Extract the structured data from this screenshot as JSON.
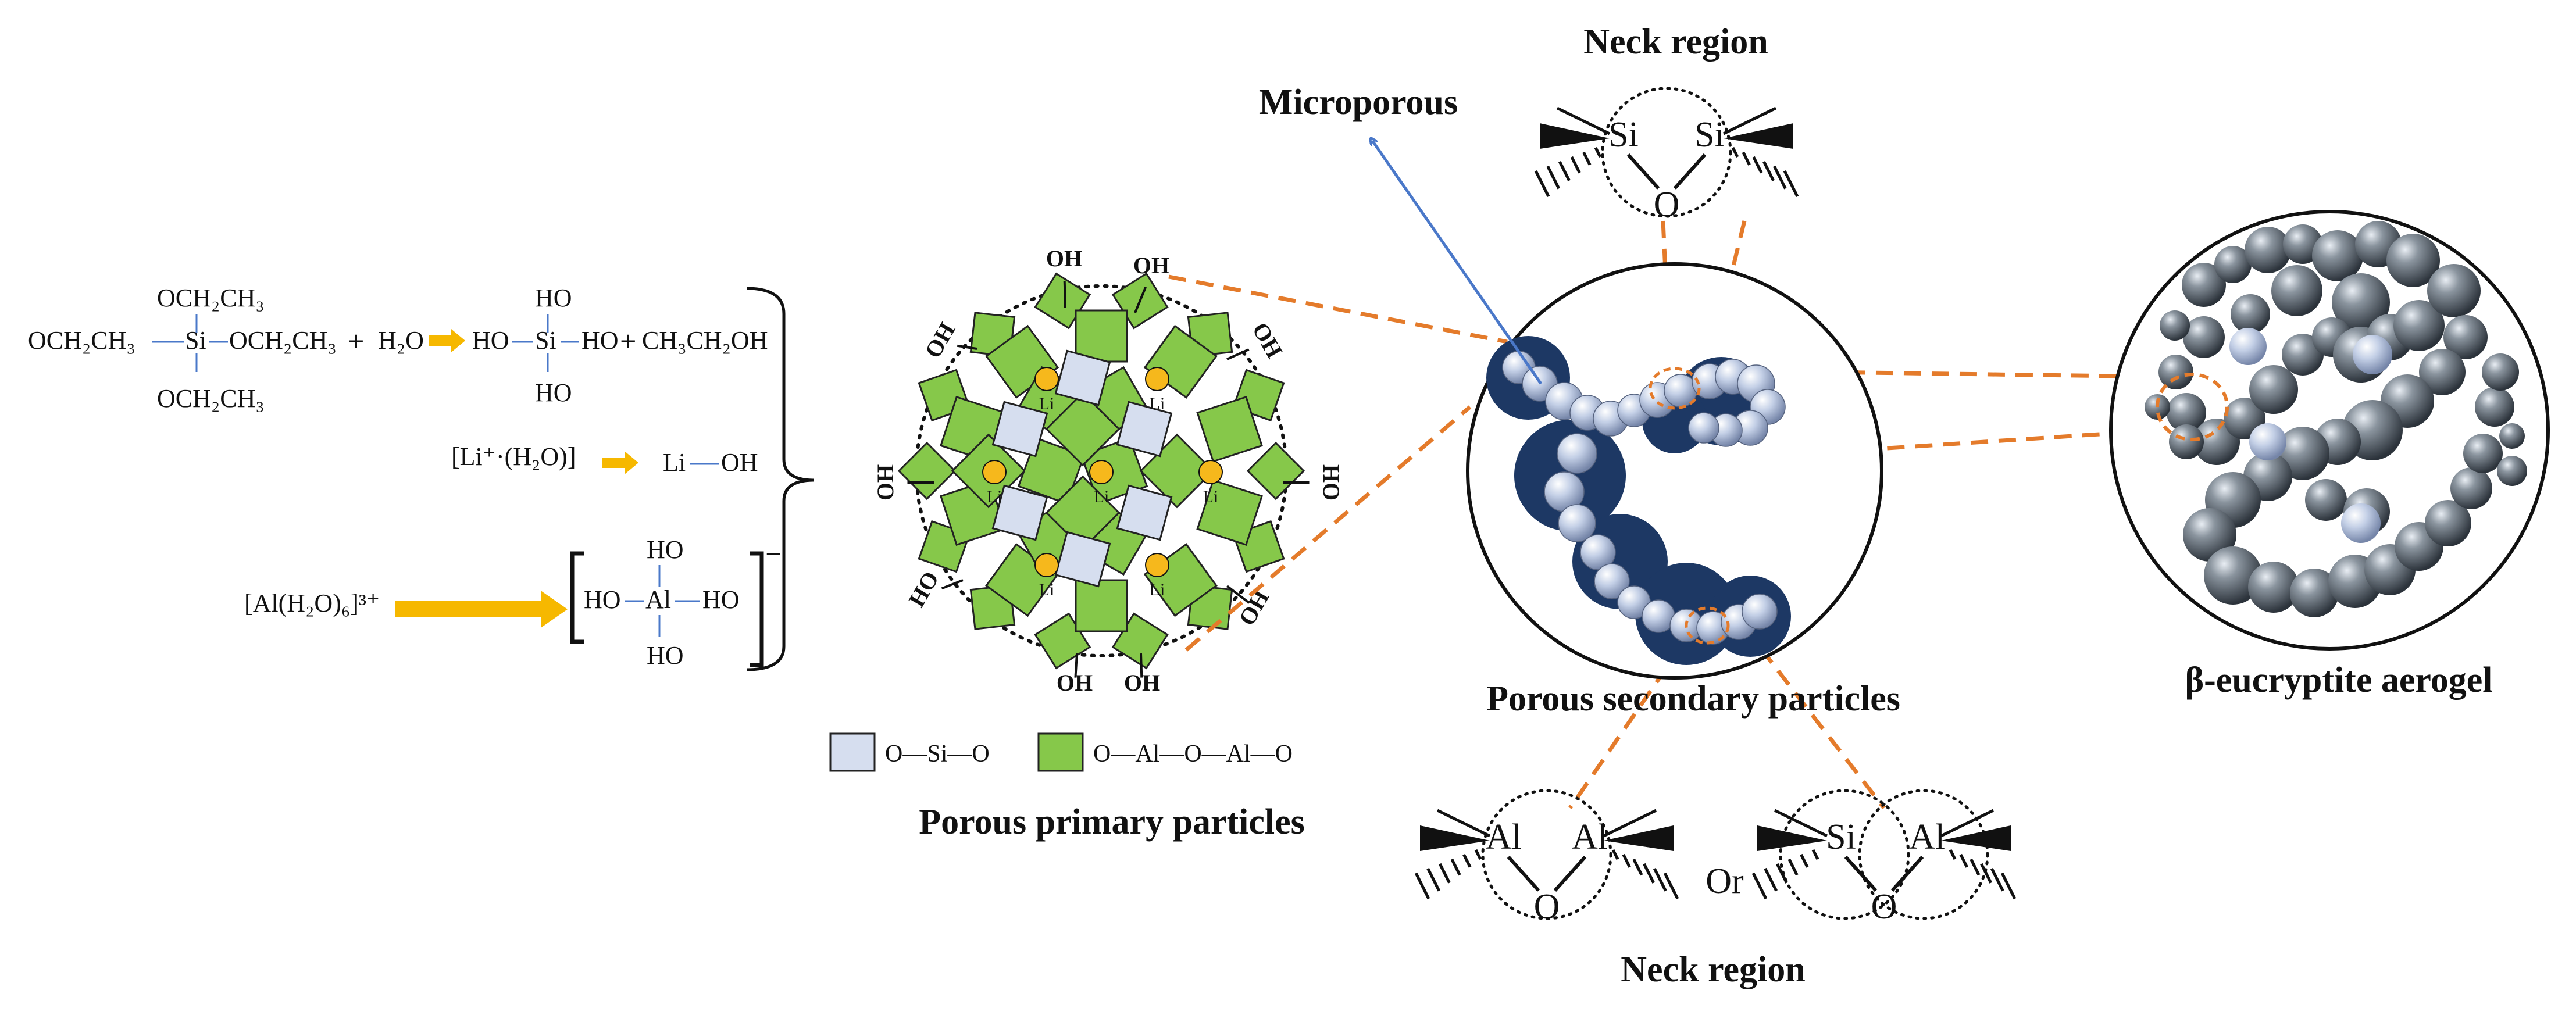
{
  "colors": {
    "arrow_gold": "#f6b800",
    "green_tile": "#86c84a",
    "blue_tile": "#d6deef",
    "li_dot": "#f6b81c",
    "orange_dash": "#e47b2b",
    "micro_arrow": "#4a78c9",
    "navy_cluster": "#1d3864",
    "sphere_dark": "#5b6670",
    "sphere_light": "#b7c4e0"
  },
  "reactions": {
    "teos": {
      "top": "OCH₂CH₃",
      "left": "OCH₂CH₃",
      "center": "Si",
      "right": "OCH₂CH₃",
      "bottom": "OCH₂CH₃",
      "plus1": "+",
      "water": "H₂O"
    },
    "silanol": {
      "top": "HO",
      "left": "HO",
      "center": "Si",
      "right": "HO",
      "bottom": "HO",
      "plus2": "+",
      "ethanol": "CH₃CH₂OH"
    },
    "lithium": {
      "reactant": "[Li⁺·(H₂O)]",
      "product_atom": "Li",
      "product_group": "OH"
    },
    "aluminum": {
      "reactant": "[Al(H₂O)₆]³⁺",
      "top": "HO",
      "left": "HO",
      "center": "Al",
      "right": "HO",
      "bottom": "HO",
      "charge": "−"
    }
  },
  "primary": {
    "title": "Porous primary particles",
    "oh_label": "OH",
    "ho_label": "HO",
    "li_label": "Li",
    "legend": {
      "si_label": "O—Si—O",
      "al_label": "O—Al—O—Al—O"
    }
  },
  "secondary": {
    "title": "Porous secondary particles",
    "micro_label": "Microporous"
  },
  "neck_top": {
    "title": "Neck region",
    "atom1": "Si",
    "atom2": "Si",
    "bridge": "O"
  },
  "neck_bottom": {
    "title": "Neck region",
    "left": {
      "atom1": "Al",
      "atom2": "Al",
      "bridge": "O"
    },
    "or_label": "Or",
    "right": {
      "atom1": "Si",
      "atom2": "Al",
      "bridge": "O"
    }
  },
  "aerogel": {
    "title": "β-eucryptite aerogel"
  }
}
